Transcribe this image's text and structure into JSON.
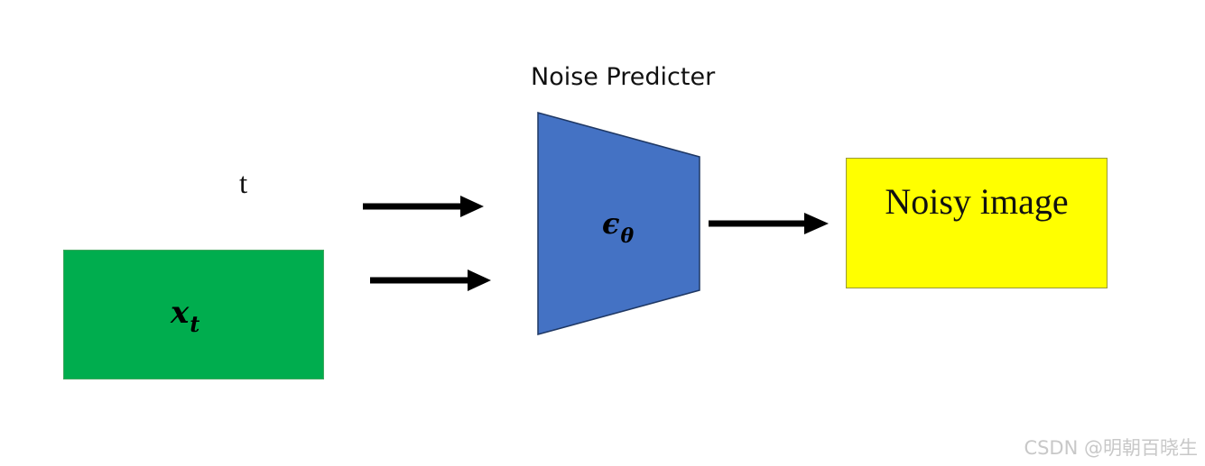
{
  "diagram": {
    "title": "Noise Predicter",
    "timestep_label": "t",
    "input_block": {
      "symbol": "x",
      "subscript": "t",
      "color": "#00ad4e"
    },
    "model_block": {
      "symbol": "ϵ",
      "subscript": "θ",
      "color": "#4472c4"
    },
    "output_block": {
      "label": "Noisy image",
      "color": "#ffff00"
    },
    "arrow_color": "#000000"
  },
  "watermark": "CSDN @明朝百晓生"
}
